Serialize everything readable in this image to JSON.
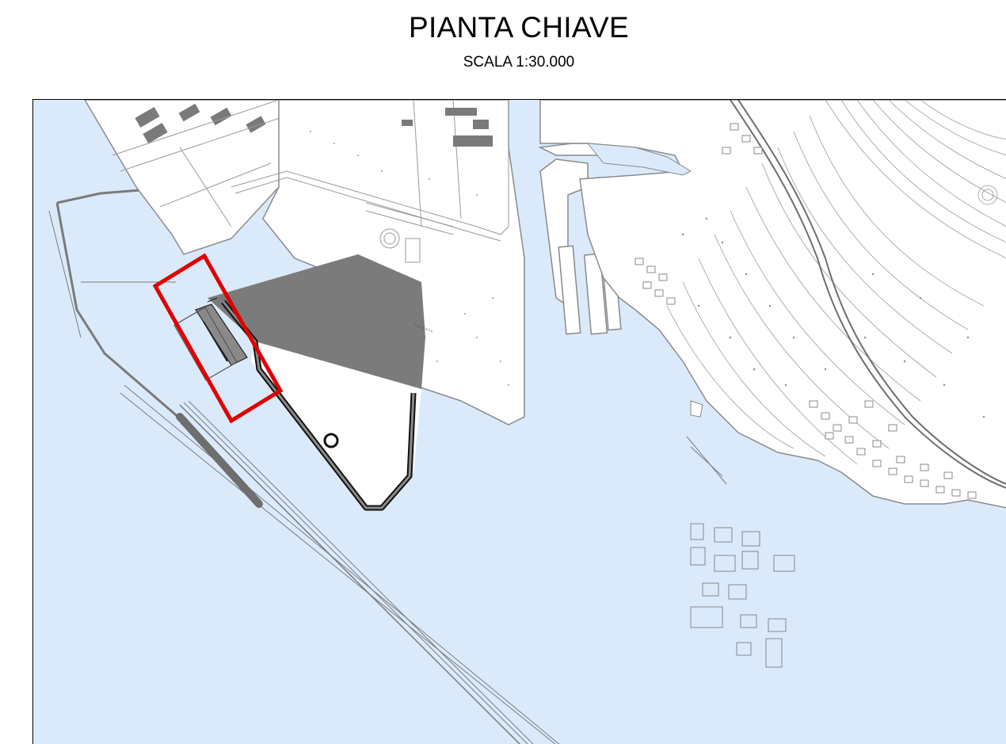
{
  "title": "PIANTA CHIAVE",
  "subtitle": "SCALA 1:30.000",
  "colors": {
    "water": "#dbeafb",
    "land": "#ffffff",
    "line": "#7a7a7a",
    "fill_area": "#7b7b7b",
    "highlight": "#e00000",
    "breakwater": "#6e6e6e"
  },
  "map_labels": {
    "colmata": "C O L M A T A"
  }
}
